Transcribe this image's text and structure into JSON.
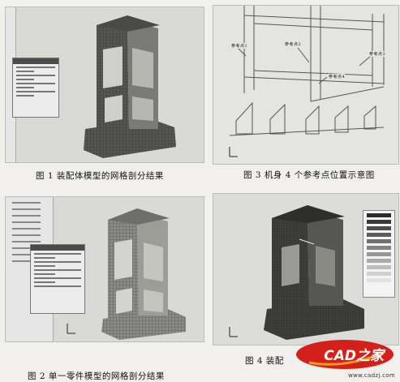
{
  "figures": [
    {
      "id": "fig1",
      "caption": "图 1  装配体模型的网格剖分结果"
    },
    {
      "id": "fig2",
      "caption": "图 2  单一零件模型的网格剖分结果"
    },
    {
      "id": "fig3",
      "caption": "图 3  机身 4 个参考点位置示意图"
    },
    {
      "id": "fig4",
      "caption": "图 4  装配"
    }
  ],
  "fig3_labels": [
    "参考点1",
    "参考点2",
    "参考点3",
    "参考点4"
  ],
  "watermark": {
    "logo": "CAD之家",
    "url": "www.cadzj.com"
  },
  "colors": {
    "mesh_dark": "#3f3f3d",
    "mesh_mid": "#6d6d69",
    "watermark_red": "#d4201a",
    "watermark_orange": "#f39a1e"
  }
}
